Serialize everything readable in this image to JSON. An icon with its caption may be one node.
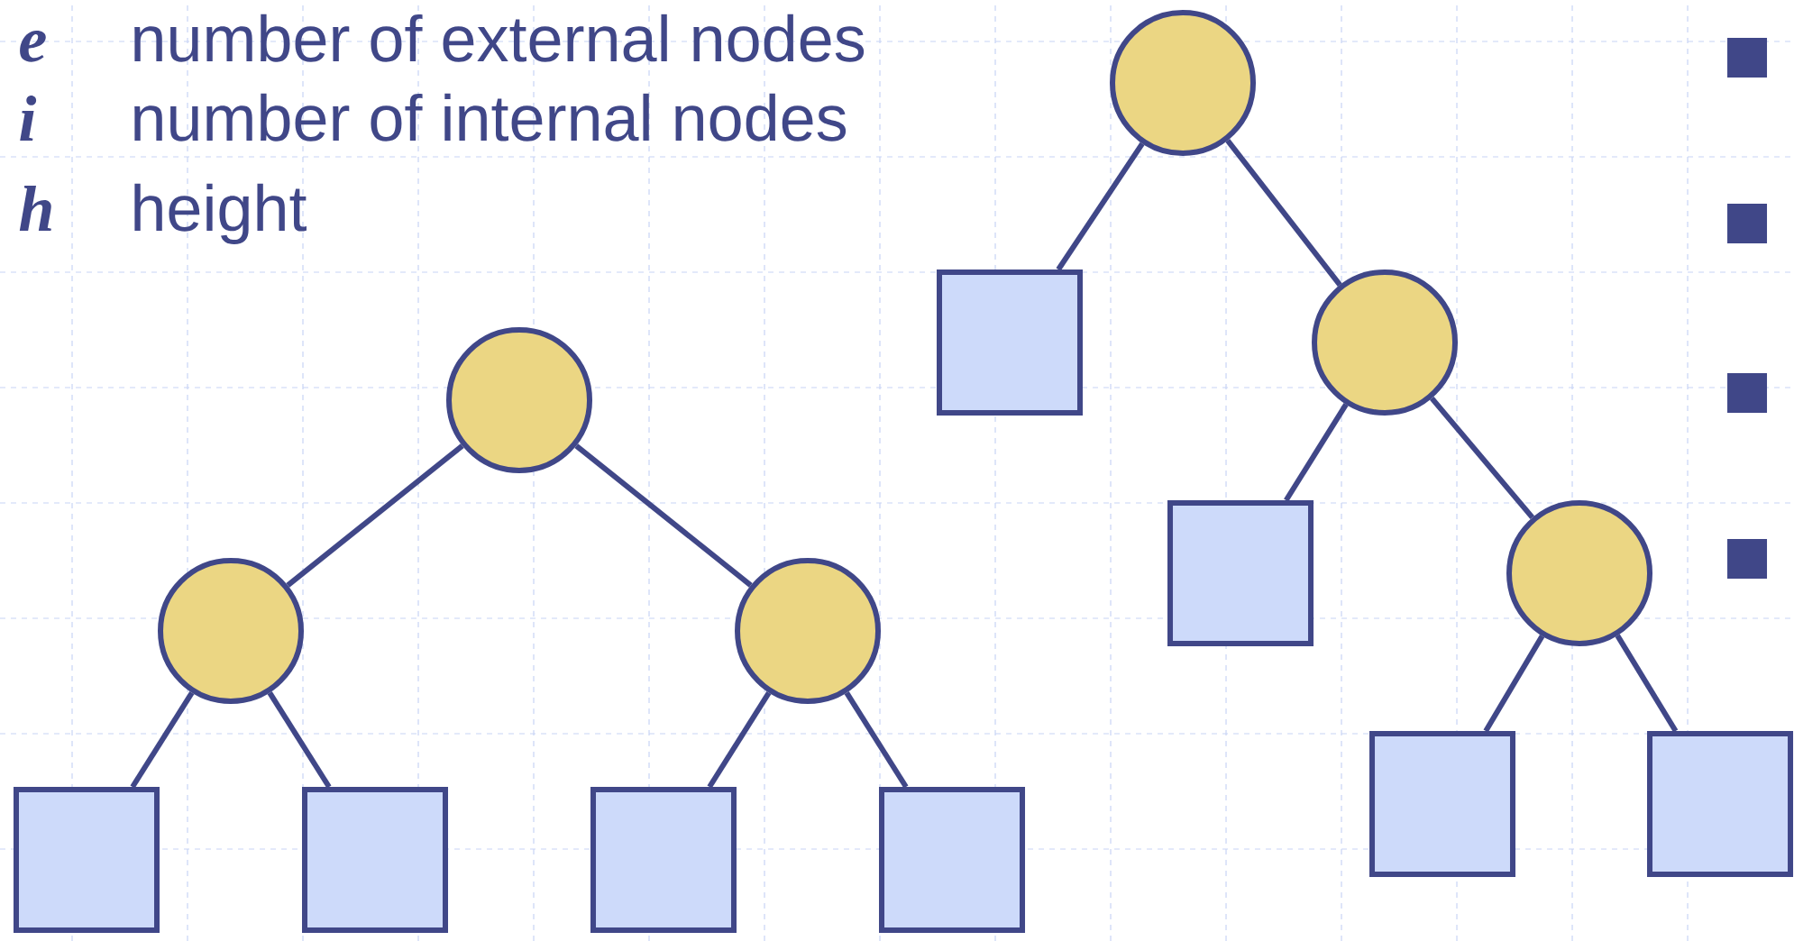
{
  "diagram": {
    "nodes": [
      {
        "text": [],
        "shape": "circle"
      },
      {
        "text": [],
        "shape": "circle"
      },
      {
        "text": [],
        "shape": "circle"
      },
      {
        "text": [],
        "shape": "box"
      },
      {
        "text": [],
        "shape": "box"
      },
      {
        "text": [],
        "shape": "box"
      },
      {
        "text": [],
        "shape": "box"
      },
      {
        "text": [],
        "shape": "circle"
      },
      {
        "text": [],
        "shape": "box"
      },
      {
        "text": [],
        "shape": "circle"
      },
      {
        "text": [],
        "shape": "box"
      },
      {
        "text": [],
        "shape": "circle"
      },
      {
        "text": [],
        "shape": "box"
      },
      {
        "text": [],
        "shape": "box"
      }
    ],
    "edges": [
      {
        "from": 0,
        "to": 1,
        "arrow": "none"
      },
      {
        "from": 0,
        "to": 2,
        "arrow": "none"
      },
      {
        "from": 1,
        "to": 3,
        "arrow": "none"
      },
      {
        "from": 1,
        "to": 4,
        "arrow": "none"
      },
      {
        "from": 2,
        "to": 5,
        "arrow": "none"
      },
      {
        "from": 2,
        "to": 6,
        "arrow": "none"
      },
      {
        "from": 7,
        "to": 8,
        "arrow": "none"
      },
      {
        "from": 7,
        "to": 9,
        "arrow": "none"
      },
      {
        "from": 9,
        "to": 10,
        "arrow": "none"
      },
      {
        "from": 9,
        "to": 11,
        "arrow": "none"
      },
      {
        "from": 11,
        "to": 12,
        "arrow": "none"
      },
      {
        "from": 11,
        "to": 13,
        "arrow": "none"
      }
    ],
    "labels": [
      "e",
      "number of external nodes",
      "i",
      "number of internal nodes",
      "h",
      "height"
    ]
  }
}
